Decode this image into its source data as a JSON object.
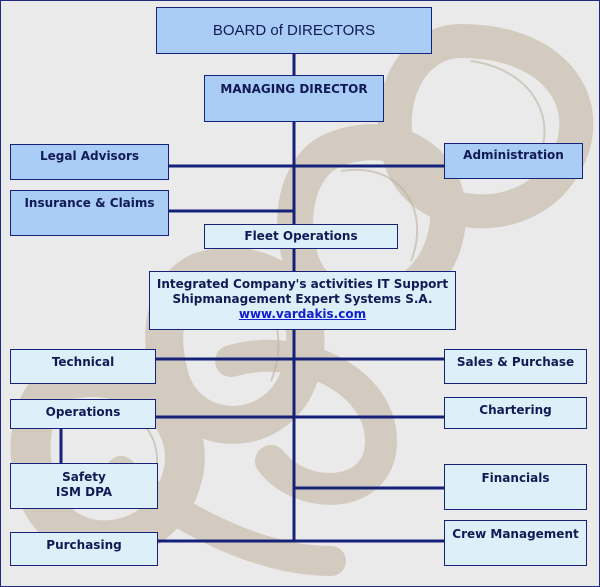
{
  "org_chart": {
    "board": "BOARD of DIRECTORS",
    "managing_director": "MANAGING DIRECTOR",
    "legal_advisors": "Legal Advisors",
    "administration": "Administration",
    "insurance_claims": "Insurance & Claims",
    "fleet_operations": "Fleet Operations",
    "it_support": {
      "line1": "Integrated Company's activities IT Support",
      "line2": "Shipmanagement Expert Systems S.A.",
      "link": "www.vardakis.com"
    },
    "technical": "Technical",
    "sales_purchase": "Sales & Purchase",
    "operations": "Operations",
    "chartering": "Chartering",
    "safety": {
      "line1": "Safety",
      "line2": "ISM DPA"
    },
    "financials": "Financials",
    "purchasing": "Purchasing",
    "crew_management": "Crew Management"
  },
  "colors": {
    "box_fill": "#a9cdf4",
    "box_fill_light": "#ddeff9",
    "connector": "#16227a",
    "text": "#111a55",
    "background": "#eaeaea",
    "link": "#1020d0"
  }
}
